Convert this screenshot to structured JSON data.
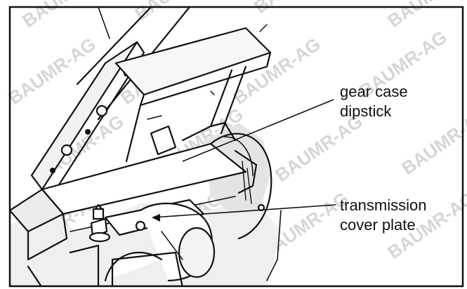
{
  "watermark": {
    "text": "BAUMR-AG",
    "color": "#d4d4d4"
  },
  "callouts": [
    {
      "id": "gear-case-dipstick",
      "lines": [
        "gear case",
        "dipstick"
      ]
    },
    {
      "id": "transmission-cover-plate",
      "lines": [
        "transmission",
        "cover plate"
      ]
    }
  ],
  "colors": {
    "ink": "#111111",
    "paper": "#ffffff",
    "metal": "#e9e9e9",
    "shade": "#bdbdbd"
  }
}
